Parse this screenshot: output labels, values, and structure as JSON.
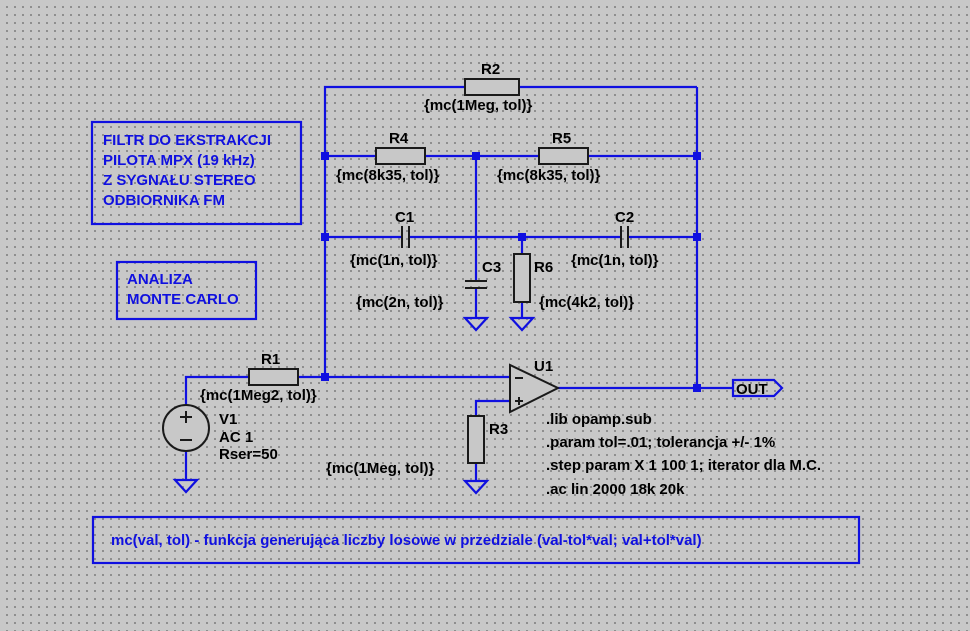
{
  "title_box": {
    "lines": [
      "FILTR DO EKSTRAKCJI",
      "PILOTA MPX (19 kHz)",
      "Z SYGNAŁU STEREO",
      "ODBIORNIKA FM"
    ]
  },
  "analysis_box": {
    "lines": [
      "ANALIZA",
      "MONTE CARLO"
    ]
  },
  "components": {
    "R2": {
      "ref": "R2",
      "value": "{mc(1Meg, tol)}"
    },
    "R4": {
      "ref": "R4",
      "value": "{mc(8k35, tol)}"
    },
    "R5": {
      "ref": "R5",
      "value": "{mc(8k35, tol)}"
    },
    "C1": {
      "ref": "C1",
      "value": "{mc(1n, tol)}"
    },
    "C2": {
      "ref": "C2",
      "value": "{mc(1n, tol)}"
    },
    "C3": {
      "ref": "C3",
      "value": "{mc(2n, tol)}"
    },
    "R6": {
      "ref": "R6",
      "value": "{mc(4k2, tol)}"
    },
    "R1": {
      "ref": "R1",
      "value": "{mc(1Meg2, tol)}"
    },
    "R3": {
      "ref": "R3",
      "value": "{mc(1Meg, tol)}"
    },
    "U1": {
      "ref": "U1"
    },
    "V1": {
      "ref": "V1",
      "lines": [
        "AC 1",
        "Rser=50"
      ]
    }
  },
  "out_label": "OUT",
  "spice_directives": [
    ".lib opamp.sub",
    ".param tol=.01; tolerancja +/- 1%",
    ".step param X 1 100 1; iterator dla M.C.",
    ".ac lin 2000 18k 20k"
  ],
  "footer_note": "mc(val, tol) - funkcja generująca liczby losowe w przedziale (val-tol*val; val+tol*val)",
  "colors": {
    "background": "#c8c8c8",
    "wire": "#1010e0",
    "component": "#1a1a1a",
    "text": "#000000",
    "comment_text": "#1010e0"
  }
}
